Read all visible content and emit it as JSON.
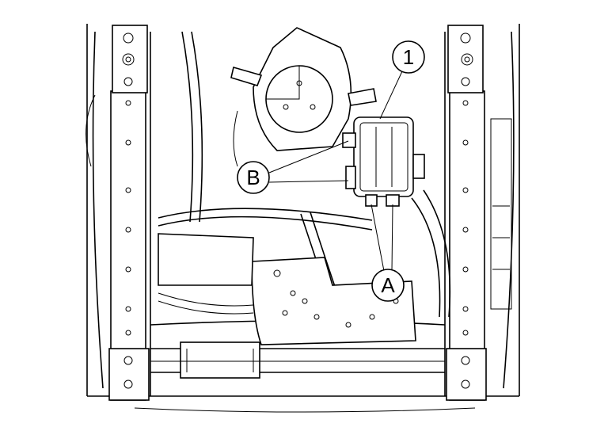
{
  "diagram": {
    "callouts": {
      "part_1": "1",
      "connector_b": "B",
      "connector_a": "A"
    },
    "colors": {
      "line": "#000000",
      "background": "#ffffff"
    }
  }
}
